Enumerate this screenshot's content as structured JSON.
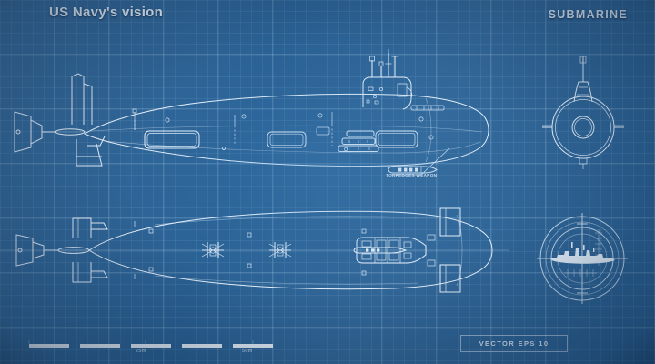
{
  "document": {
    "title": "US Navy's vision",
    "subtitle": "SUBMARINE",
    "kind": "blueprint-technical-drawing"
  },
  "annotations": {
    "torpedo_callout": "TORPEDOES WEAPON",
    "eps_badge": "VECTOR EPS 10"
  },
  "scale": {
    "ticks": [
      "25m",
      "50m"
    ],
    "segments": 5
  },
  "colors": {
    "background": "#2b6295",
    "background_dark": "#194066",
    "line": "#e9f3fd",
    "grid_fine": "rgba(190,222,250,0.085)",
    "grid_major": "rgba(200,228,252,0.20)"
  },
  "views": {
    "side": {
      "name": "Side elevation view",
      "features": [
        "propeller",
        "stern planes",
        "rudder",
        "hull hatches",
        "sail",
        "periscope masts",
        "bow torpedo tube doors"
      ]
    },
    "top": {
      "name": "Top plan view",
      "features": [
        "propeller",
        "stern planes",
        "hull hatches",
        "sail",
        "bow dive planes",
        "torpedo tube array"
      ]
    },
    "front": {
      "name": "Front section view",
      "features": [
        "hull circle",
        "pressure hull circle",
        "bow planes",
        "sail mast"
      ]
    },
    "emblem": {
      "name": "Periscope reticle emblem",
      "features": [
        "crosshair",
        "range rings",
        "warship silhouette",
        "range scale ticks"
      ]
    }
  }
}
